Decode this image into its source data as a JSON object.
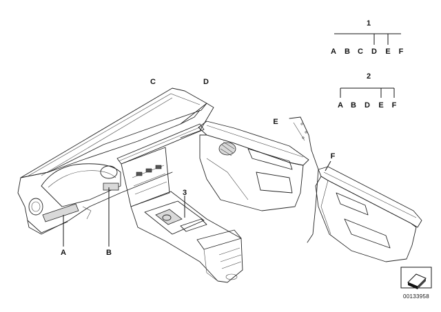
{
  "variants": [
    {
      "number": "1",
      "letters": [
        "A",
        "B",
        "C",
        "D",
        "E",
        "F"
      ]
    },
    {
      "number": "2",
      "letters": [
        "A",
        "B",
        "D",
        "E",
        "F"
      ]
    }
  ],
  "callouts": {
    "a": "A",
    "b": "B",
    "c": "C",
    "d": "D",
    "e": "E",
    "f": "F",
    "three": "3"
  },
  "document_number": "00133958",
  "colors": {
    "line": "#111111",
    "background": "#ffffff"
  }
}
